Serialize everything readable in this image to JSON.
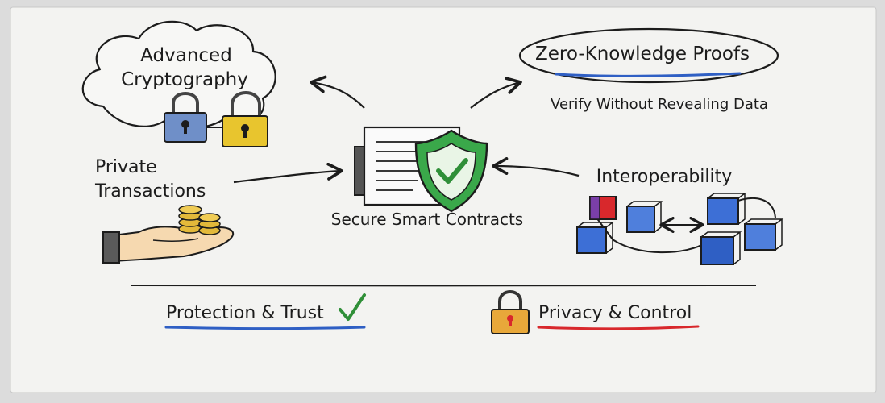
{
  "nodes": {
    "advanced_cryptography": {
      "line1": "Advanced",
      "line2": "Cryptography"
    },
    "zero_knowledge": {
      "title": "Zero-Knowledge Proofs",
      "subtitle": "Verify Without Revealing Data"
    },
    "private_transactions": {
      "line1": "Private",
      "line2": "Transactions"
    },
    "center": {
      "label": "Secure Smart Contracts"
    },
    "interoperability": {
      "label": "Interoperability"
    }
  },
  "footer": {
    "left": "Protection & Trust",
    "right": "Privacy & Control"
  },
  "colors": {
    "paper": "#f3f3f1",
    "ink": "#1c1c1c",
    "shield_green": "#3aa84a",
    "accent_blue": "#2f5fc4",
    "accent_red": "#d8282c",
    "lock_gold": "#e8c52e",
    "lock_blue": "#6f8fc8",
    "coin_gold": "#e3b93a",
    "hand": "#f6d9b0"
  },
  "icons": [
    "lock-icon",
    "shield-check-icon",
    "document-icon",
    "coins-icon",
    "hand-icon",
    "blockchain-cube-icon",
    "checkmark-icon"
  ]
}
